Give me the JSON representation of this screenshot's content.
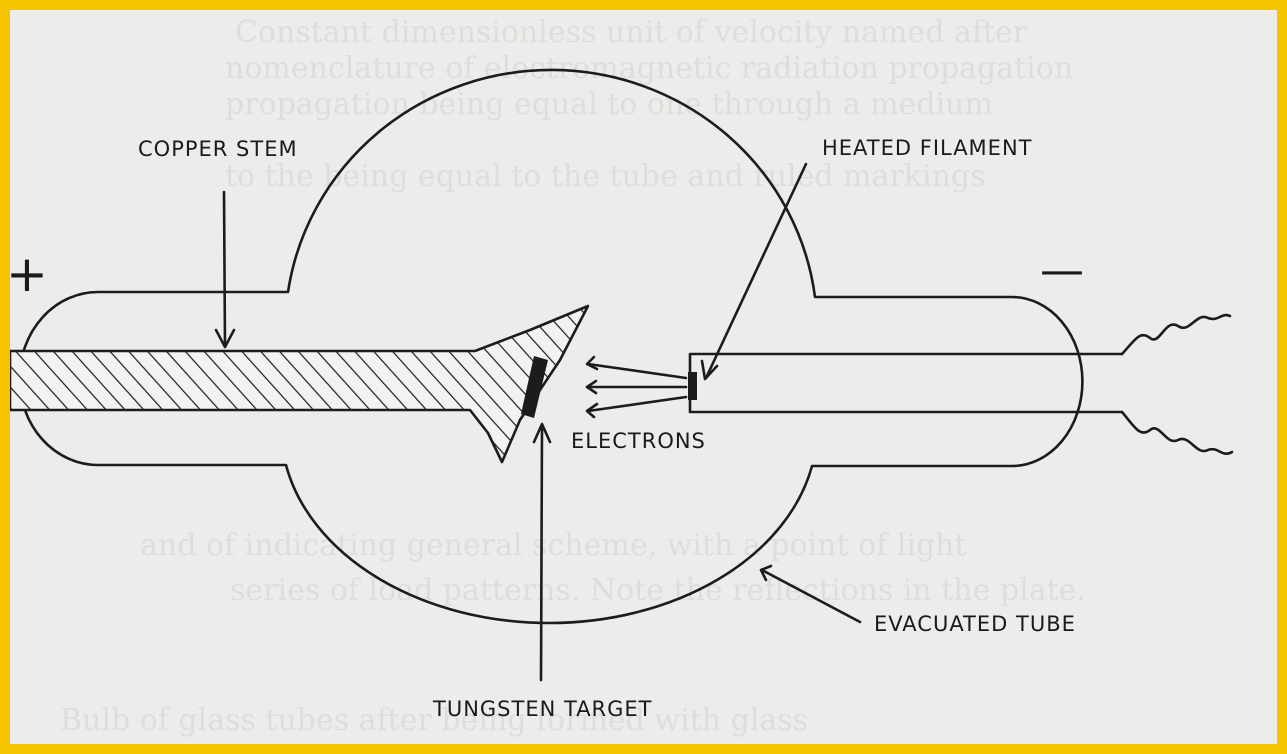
{
  "diagram": {
    "labels": {
      "copper_stem": "COPPER STEM",
      "heated_filament": "HEATED FILAMENT",
      "electrons": "ELECTRONS",
      "evacuated_tube": "EVACUATED TUBE",
      "tungsten_target": "TUNGSTEN TARGET"
    },
    "polarity": {
      "anode": "+",
      "cathode": "—"
    }
  },
  "colors": {
    "frame": "#f4c400",
    "paper": "#ececea",
    "ink": "#1c1c1c"
  }
}
